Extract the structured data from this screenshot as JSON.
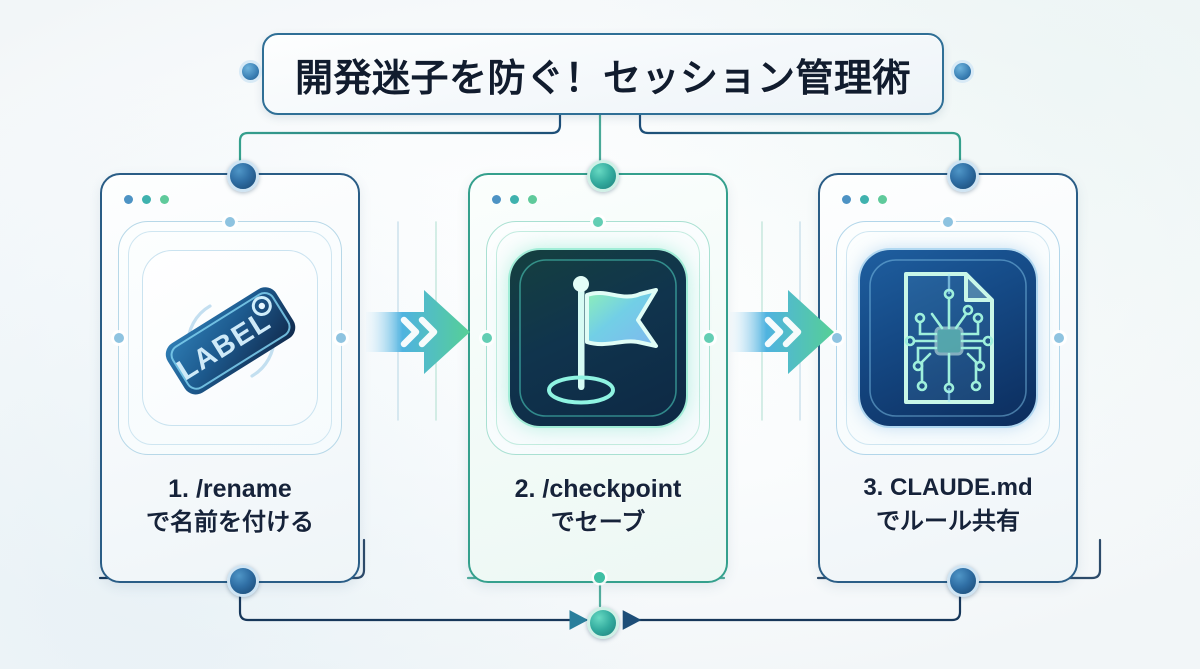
{
  "title": {
    "text": "開発迷子を防ぐ！セッション管理術"
  },
  "colors": {
    "accent_blue": "#2a5d86",
    "accent_navy": "#18456f",
    "accent_teal": "#35a08d",
    "accent_green": "#5fca9b",
    "node_blue": "#2f6ea4",
    "node_teal": "#33ab9e",
    "text_dark": "#16233a",
    "background": "#f6fafc"
  },
  "cards": [
    {
      "index": "1",
      "icon": "label-tag-icon",
      "icon_text": "LABEL",
      "caption_line1": "1. /rename",
      "caption_line2": "で名前を付ける",
      "border_color": "#2a5d86",
      "dots": [
        "#4d93c4",
        "#3fb2ae",
        "#5fca9b"
      ]
    },
    {
      "index": "2",
      "icon": "flag-checkpoint-icon",
      "icon_text": "",
      "caption_line1": "2. /checkpoint",
      "caption_line2": "でセーブ",
      "border_color": "#35a08d",
      "dots": [
        "#4d93c4",
        "#3fb2ae",
        "#5fca9b"
      ]
    },
    {
      "index": "3",
      "icon": "circuit-document-icon",
      "icon_text": "",
      "caption_line1": "3. CLAUDE.md",
      "caption_line2": "でルール共有",
      "border_color": "#2a5d86",
      "dots": [
        "#4d93c4",
        "#3fb2ae",
        "#5fca9b"
      ]
    }
  ],
  "arrows": [
    {
      "name": "arrow-step1-to-step2",
      "glyph": "chevron-double-right"
    },
    {
      "name": "arrow-step2-to-step3",
      "glyph": "chevron-double-right"
    }
  ],
  "connectors": {
    "top_left_node": "node-title-left",
    "top_right_node": "node-title-right",
    "card_top_nodes": [
      "node-card1-top",
      "node-card2-top",
      "node-card3-top"
    ],
    "card_bottom_nodes": [
      "node-card1-bottom",
      "node-card3-bottom"
    ],
    "feedback_node": "node-feedback-center",
    "feedback_direction": "both-inward"
  }
}
